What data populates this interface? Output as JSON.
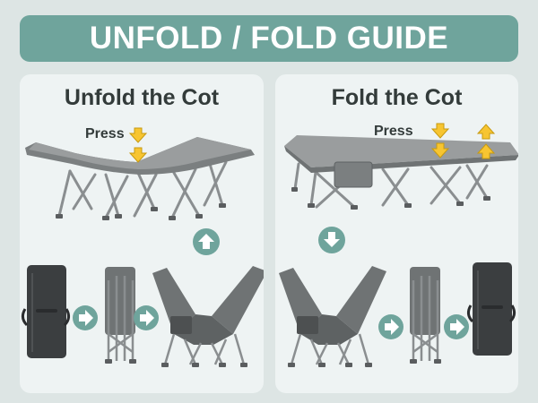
{
  "banner": {
    "title": "UNFOLD / FOLD GUIDE"
  },
  "unfold": {
    "title": "Unfold the Cot",
    "press_label": "Press"
  },
  "fold": {
    "title": "Fold the Cot",
    "press_label": "Press"
  },
  "colors": {
    "banner": "#6fa49c",
    "panel": "#eef3f3",
    "step_arrow": "#6fa49c",
    "press_arrow": "#f7c531",
    "cot_fabric": "#7b7f80",
    "frame": "#8a8e90",
    "bag": "#3b3e40"
  },
  "icons": [
    "right-arrow-icon",
    "up-arrow-icon",
    "down-arrow-icon",
    "press-down-arrow-icon",
    "press-up-arrow-icon"
  ]
}
